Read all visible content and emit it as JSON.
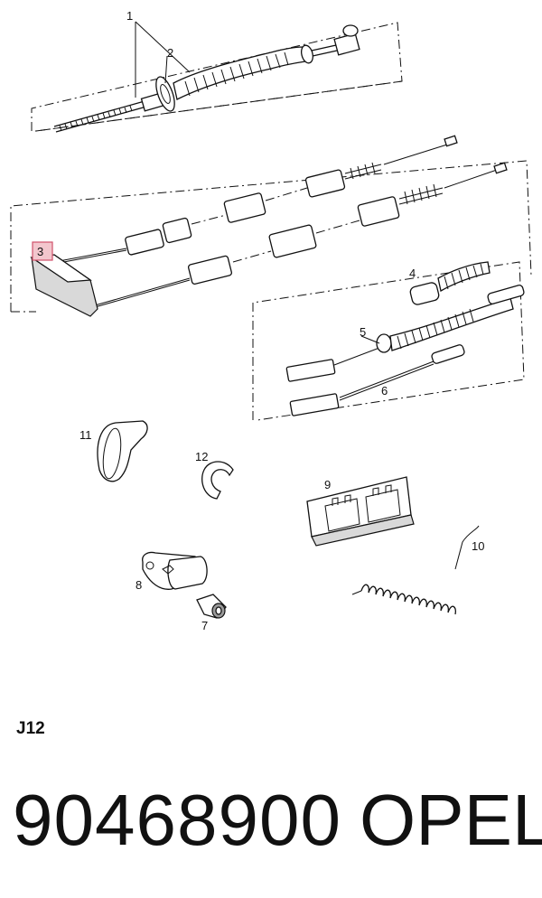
{
  "callouts": {
    "c1": "1",
    "c2": "2",
    "c3": "3",
    "c4": "4",
    "c5": "5",
    "c6": "6",
    "c7": "7",
    "c8": "8",
    "c9": "9",
    "c10": "10",
    "c11": "11",
    "c12": "12"
  },
  "highlighted_callout": "3",
  "diagram_code": "J12",
  "part_number": "90468900",
  "brand": "OPEL",
  "colors": {
    "line": "#111111",
    "highlight_fill": "#f3c6cd",
    "highlight_stroke": "#d0516a"
  }
}
